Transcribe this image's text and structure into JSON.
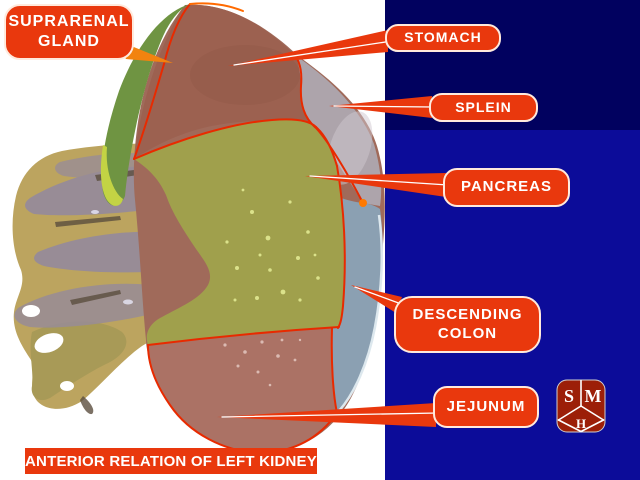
{
  "title": "ANTERIOR RELATION OF LEFT KIDNEY",
  "labels": {
    "suprarenal": {
      "text": "SUPRARENAL GLAND"
    },
    "stomach": {
      "text": "STOMACH"
    },
    "splein": {
      "text": "SPLEIN"
    },
    "pancreas": {
      "text": "PANCREAS"
    },
    "descending_colon": {
      "text": "DESCENDING COLON"
    },
    "jejunum": {
      "text": "JEJUNUM"
    }
  },
  "background": {
    "photo": "#ffffff",
    "panel_top": "#01015f",
    "panel_main": "#0c0c99"
  },
  "accent": {
    "label_bg": "#e9380d",
    "label_border": "#ffeadd",
    "label_text": "#ffffff",
    "callout": "#e9380d",
    "callout_line": "#ffffff",
    "outline": "#e82a00",
    "pointer_orange": "#f2830f",
    "junction_dot": "#ff7a00"
  },
  "regions": {
    "kidney_base": "#a06a5a",
    "stomach": "#9c6150",
    "suprarenal_gland": "#6f9442",
    "suprarenal_rim": "#c3d344",
    "spleen": "#ada4ab",
    "pancreas": "#a0a04c",
    "descending_colon": "#8ba0b2",
    "jejunum": "#ab7265",
    "hilum_fat": "#bca45f",
    "hilum_vessel": "#988c96",
    "hilum_fat_low": "#a89a57"
  },
  "logo": {
    "bg": "#9c1f08",
    "line": "#ffffff",
    "letter_top_left": "S",
    "letter_top_right": "M",
    "letter_bottom": "H"
  }
}
